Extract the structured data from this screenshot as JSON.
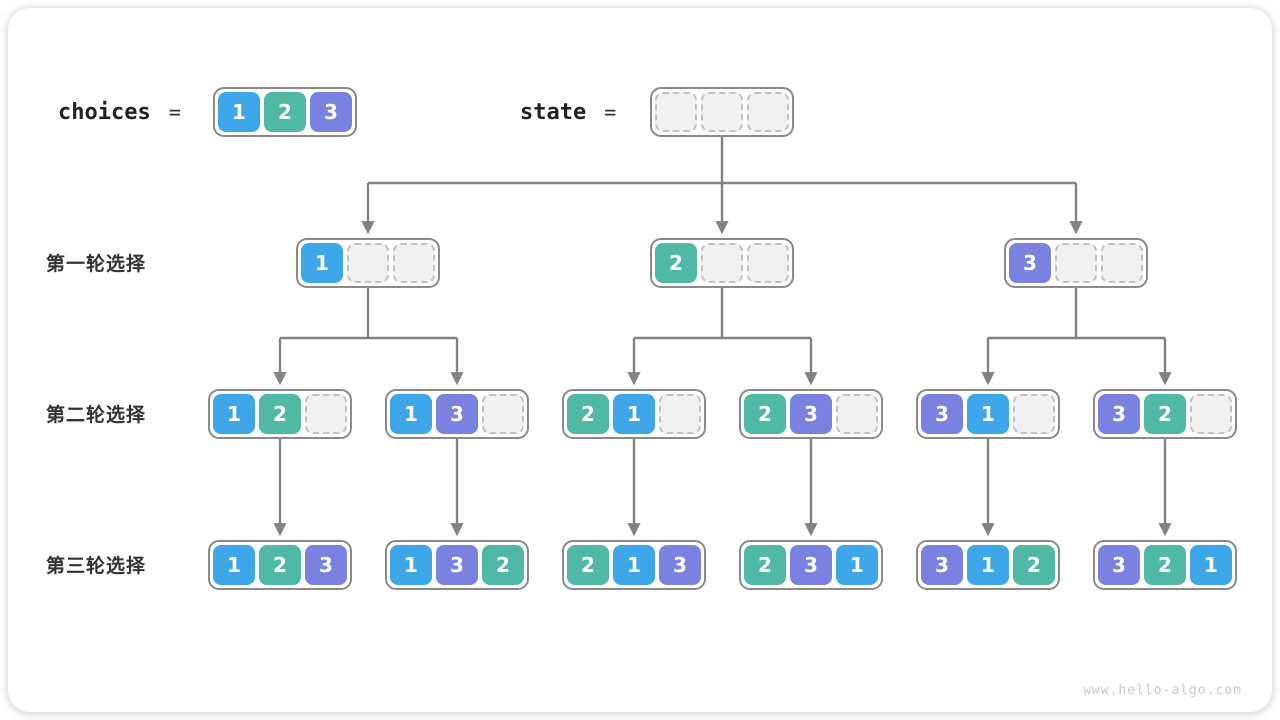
{
  "colors": {
    "value1": "#3EA7E9",
    "value2": "#4FB9A5",
    "value3": "#7981E1",
    "empty_fill": "#F1F1F1",
    "empty_border": "#C2C2C2",
    "node_border": "#8A8A8A",
    "edge": "#828282"
  },
  "header": {
    "choices_label": "choices",
    "choices_equals": "=",
    "choices": [
      "1",
      "2",
      "3"
    ],
    "state_label": "state",
    "state_equals": "=",
    "state": [
      "",
      "",
      ""
    ]
  },
  "tree": {
    "rows": [
      {
        "label": "第一轮选择",
        "nodes": [
          [
            "1",
            "",
            ""
          ],
          [
            "2",
            "",
            ""
          ],
          [
            "3",
            "",
            ""
          ]
        ]
      },
      {
        "label": "第二轮选择",
        "nodes": [
          [
            "1",
            "2",
            ""
          ],
          [
            "1",
            "3",
            ""
          ],
          [
            "2",
            "1",
            ""
          ],
          [
            "2",
            "3",
            ""
          ],
          [
            "3",
            "1",
            ""
          ],
          [
            "3",
            "2",
            ""
          ]
        ]
      },
      {
        "label": "第三轮选择",
        "nodes": [
          [
            "1",
            "2",
            "3"
          ],
          [
            "1",
            "3",
            "2"
          ],
          [
            "2",
            "1",
            "3"
          ],
          [
            "2",
            "3",
            "1"
          ],
          [
            "3",
            "1",
            "2"
          ],
          [
            "3",
            "2",
            "1"
          ]
        ]
      }
    ]
  },
  "footer": {
    "watermark": "www.hello-algo.com"
  }
}
